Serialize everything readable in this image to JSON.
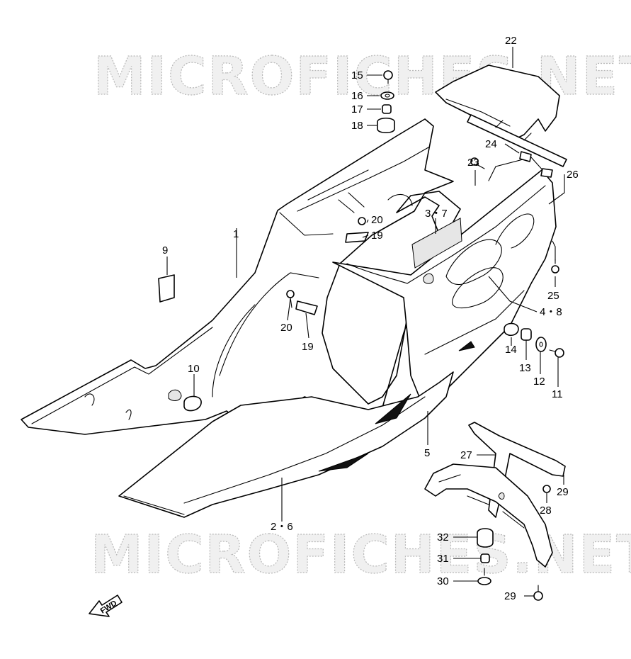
{
  "watermark": {
    "text": "MICROFICHES.NET"
  },
  "fwd_arrow": {
    "label": "FWD"
  },
  "callouts": [
    {
      "id": "c1",
      "text": "1"
    },
    {
      "id": "c2",
      "text": "2・6"
    },
    {
      "id": "c3",
      "text": "3・7"
    },
    {
      "id": "c4",
      "text": "4・8"
    },
    {
      "id": "c5",
      "text": "5"
    },
    {
      "id": "c9",
      "text": "9"
    },
    {
      "id": "c10",
      "text": "10"
    },
    {
      "id": "c11",
      "text": "11"
    },
    {
      "id": "c12",
      "text": "12"
    },
    {
      "id": "c13",
      "text": "13"
    },
    {
      "id": "c14",
      "text": "14"
    },
    {
      "id": "c15",
      "text": "15"
    },
    {
      "id": "c16",
      "text": "16"
    },
    {
      "id": "c17",
      "text": "17"
    },
    {
      "id": "c18",
      "text": "18"
    },
    {
      "id": "c19a",
      "text": "19"
    },
    {
      "id": "c19b",
      "text": "19"
    },
    {
      "id": "c20a",
      "text": "20"
    },
    {
      "id": "c20b",
      "text": "20"
    },
    {
      "id": "c21",
      "text": "21"
    },
    {
      "id": "c22",
      "text": "22"
    },
    {
      "id": "c23",
      "text": "23"
    },
    {
      "id": "c24",
      "text": "24"
    },
    {
      "id": "c25",
      "text": "25"
    },
    {
      "id": "c26",
      "text": "26"
    },
    {
      "id": "c27",
      "text": "27"
    },
    {
      "id": "c28",
      "text": "28"
    },
    {
      "id": "c29",
      "text": "29"
    },
    {
      "id": "c30",
      "text": "30"
    },
    {
      "id": "c31",
      "text": "31"
    },
    {
      "id": "c32",
      "text": "32"
    }
  ]
}
